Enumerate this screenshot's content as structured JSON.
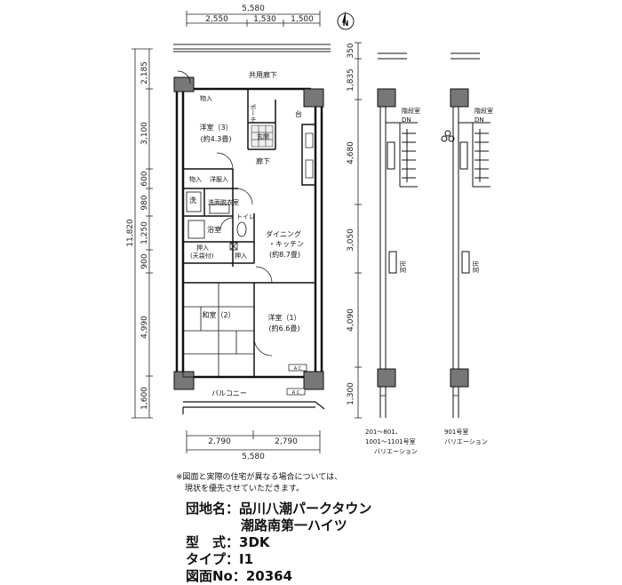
{
  "dimensions": {
    "top_total": "5,580",
    "top_parts": [
      "2,550",
      "1,530",
      "1,500"
    ],
    "bottom_parts": [
      "2,790",
      "2,790"
    ],
    "bottom_total": "5,580",
    "left_total": "11,820",
    "left_parts": [
      "2,185",
      "3,100",
      "600",
      "980",
      "1,250",
      "900",
      "4,990",
      "1,600"
    ],
    "right_parts": [
      "350",
      "1,835",
      "4,680",
      "3,050",
      "4,090",
      "1,300"
    ]
  },
  "compass": "N",
  "rooms": {
    "corridor_shared": "共用廊下",
    "storage_small": "物入",
    "western_3_name": "洋室（3）",
    "western_3_size": "(約4.3畳)",
    "porch": "ポーチ",
    "stand": "台",
    "entrance": "玄関",
    "hallway": "廊下",
    "closet_storage": "物入",
    "western_closet": "洋服入",
    "wash_symbol": "洗",
    "washroom": "洗面脱衣室",
    "toilet": "トイレ",
    "bath": "浴室",
    "oshiire_1": "押入",
    "oshiire_1_sub": "(天袋付)",
    "oshiire_2": "押入",
    "dk_name_1": "ダイニング",
    "dk_name_2": "・キッチン",
    "dk_size": "(約8.7畳)",
    "japanese_2": "和室（2）",
    "western_1_name": "洋室（1）",
    "western_1_size": "(約6.6畳)",
    "balcony": "バルコニー",
    "ac_label": "A C"
  },
  "variations": {
    "stair_room": "階段室",
    "dn": "DN",
    "bay": "出窓",
    "variation_a_line1": "201～801、",
    "variation_a_line2": "1001～1101号室",
    "variation_a_line3": "バリエーション",
    "variation_b_line1": "901号室",
    "variation_b_line2": "バリエーション"
  },
  "note": {
    "line1": "※図面と実際の住宅が異なる場合については、",
    "line2": "現状を優先させていただきます。"
  },
  "info": {
    "complex_label": "団地名：",
    "complex_name_1": "品川八潮パークタウン",
    "complex_name_2": "潮路南第一ハイツ",
    "type_label": "型　式：",
    "type_value": "3DK",
    "type2_label": "タイプ：",
    "type2_value": "I1",
    "drawing_label": "図面No：",
    "drawing_value": "20364"
  }
}
